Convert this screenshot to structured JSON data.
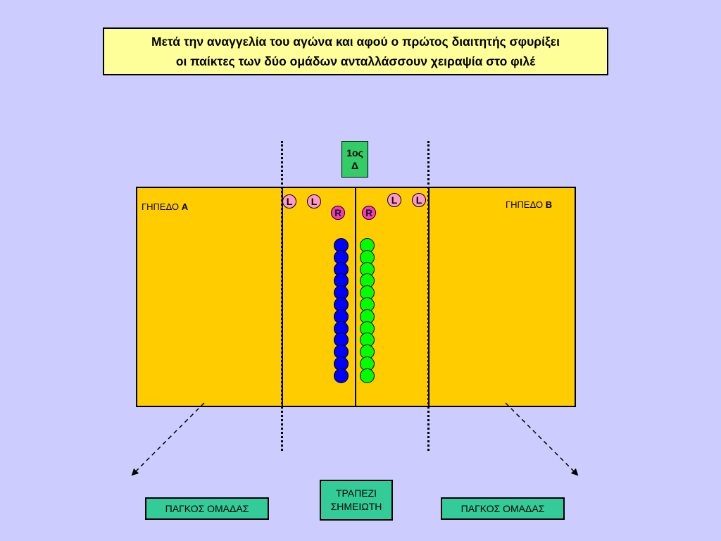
{
  "caption": {
    "line1": "Μετά την αναγγελία του αγώνα και αφού ο πρώτος διαιτητής σφυρίξει",
    "line2": "οι παίκτες των δύο ομάδων ανταλλάσσουν χειραψία στο φιλέ"
  },
  "court_a": {
    "prefix": "ΓΗΠΕΔΟ",
    "letter": "A"
  },
  "court_b": {
    "prefix": "ΓΗΠΕΔΟ",
    "letter": "B"
  },
  "referee": {
    "line1": "1ος",
    "line2": "Δ"
  },
  "tags": {
    "libero": "L",
    "ref_tag": "R"
  },
  "team_a": {
    "color": "#0000ff",
    "player_count": 12
  },
  "team_b": {
    "color": "#00ff00",
    "player_count": 12
  },
  "score_table": {
    "line1": "ΤΡΑΠΕΖΙ",
    "line2": "ΣΗΜΕΙΩΤΗ"
  },
  "bench_left": {
    "label": "ΠΑΓΚΟΣ ΟΜΑΔΑΣ"
  },
  "bench_right": {
    "label": "ΠΑΓΚΟΣ ΟΜΑΔΑΣ"
  },
  "colors": {
    "background": "#ccccff",
    "court": "#ffcc00",
    "caption_bg": "#ffff99",
    "box": "#33cc99"
  }
}
